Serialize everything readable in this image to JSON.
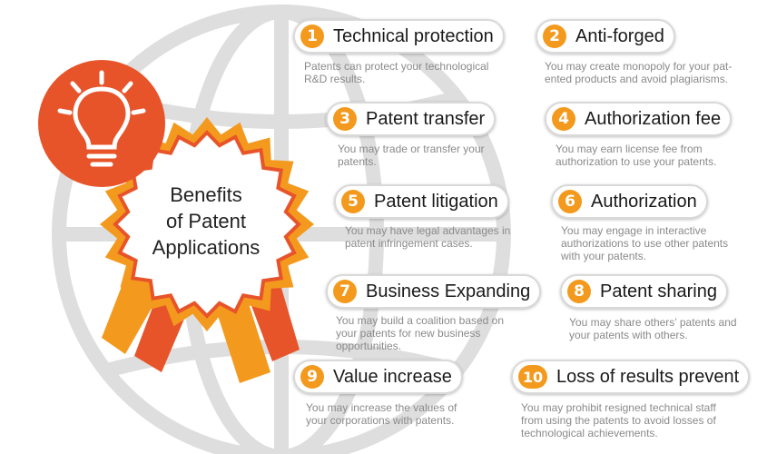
{
  "badge": {
    "label": "Benefits\nof Patent\nApplications",
    "icon": "lightbulb-check-icon"
  },
  "colors": {
    "orange": "#f39a1e",
    "red_orange": "#e8542a",
    "globe_gray": "#dedede",
    "desc_text": "#8a8a8a"
  },
  "benefits": [
    {
      "num": "1",
      "title": "Technical protection",
      "desc": "Patents can protect your technological\nR&D results."
    },
    {
      "num": "2",
      "title": "Anti-forged",
      "desc": "You may create monopoly for your pat-\nented products and avoid plagiarisms."
    },
    {
      "num": "3",
      "title": "Patent transfer",
      "desc": "You may trade or transfer your\npatents."
    },
    {
      "num": "4",
      "title": "Authorization fee",
      "desc": "You may earn license fee from\nauthorization to use your patents."
    },
    {
      "num": "5",
      "title": "Patent litigation",
      "desc": "You may have legal advantages in\npatent infringement cases."
    },
    {
      "num": "6",
      "title": "Authorization",
      "desc": "You may engage in interactive\nauthorizations to use other patents\nwith your patents."
    },
    {
      "num": "7",
      "title": "Business Expanding",
      "desc": "You may build a coalition based on\nyour patents for new business\nopportunities."
    },
    {
      "num": "8",
      "title": "Patent sharing",
      "desc": "You may share others’ patents and\nyour patents with others."
    },
    {
      "num": "9",
      "title": "Value increase",
      "desc": "You may increase the values of\nyour corporations with patents."
    },
    {
      "num": "10",
      "title": "Loss of results prevent",
      "desc": "You may prohibit resigned technical staff\nfrom using the patents to avoid losses of\ntechnological achievements."
    }
  ]
}
